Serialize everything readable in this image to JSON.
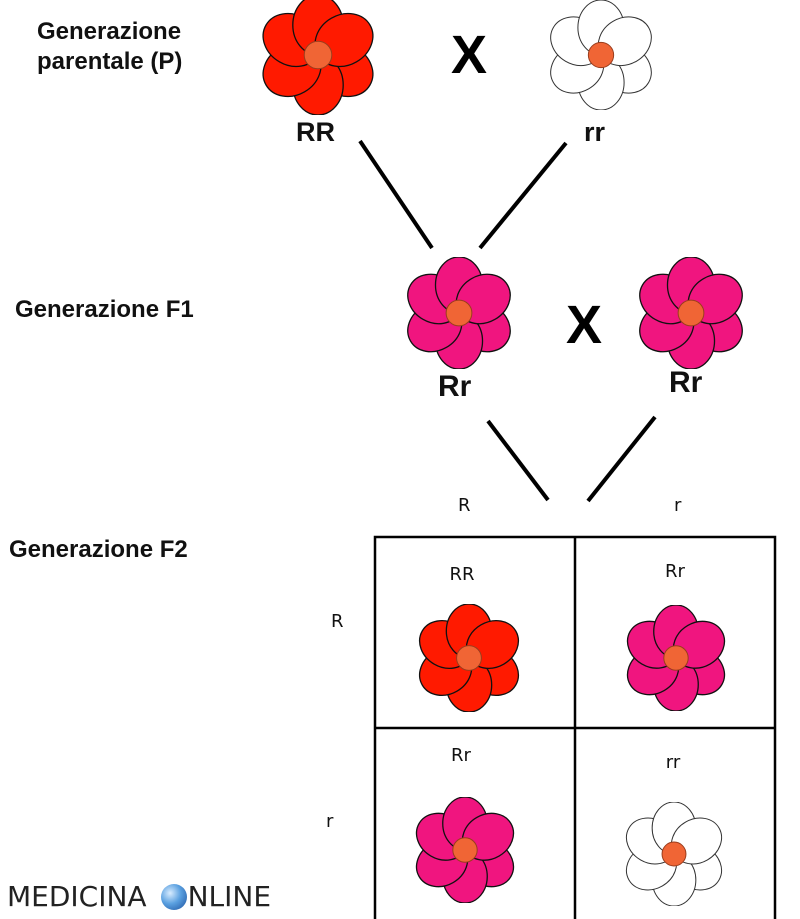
{
  "labels": {
    "gen_p": [
      "Generazione",
      "parentale (P)"
    ],
    "gen_f1": "Generazione F1",
    "gen_f2": "Generazione F2"
  },
  "cross_symbol": "X",
  "parents": {
    "left_genotype": "RR",
    "right_genotype": "rr"
  },
  "f1": {
    "left_genotype": "Rr",
    "right_genotype": "Rr"
  },
  "punnett": {
    "col_headers": [
      "R",
      "r"
    ],
    "row_headers": [
      "R",
      "r"
    ],
    "cells": [
      {
        "genotype": "RR",
        "color": "red"
      },
      {
        "genotype": "Rr",
        "color": "pink"
      },
      {
        "genotype": "Rr",
        "color": "pink"
      },
      {
        "genotype": "rr",
        "color": "white"
      }
    ]
  },
  "colors": {
    "red": "#ff1a00",
    "pink": "#f0157f",
    "white": "#ffffff",
    "center": "#f06535"
  },
  "watermark": {
    "part1": "MEDICINA",
    "part2": "NLINE",
    "icon": "globe-icon"
  }
}
